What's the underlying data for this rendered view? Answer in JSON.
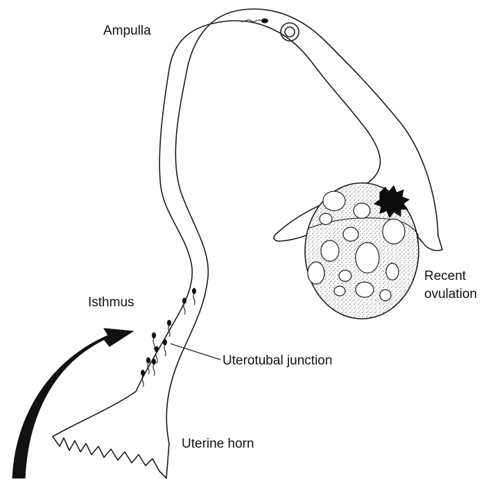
{
  "labels": {
    "ampulla": "Ampulla",
    "recent": "Recent",
    "ovulation": "ovulation",
    "isthmus": "Isthmus",
    "uterotubal_junction": "Uterotubal junction",
    "uterine_horn": "Uterine horn"
  },
  "colors": {
    "ink": "#1a1a1a",
    "background": "#ffffff",
    "ovary_stipple": "#c9c9c9"
  }
}
